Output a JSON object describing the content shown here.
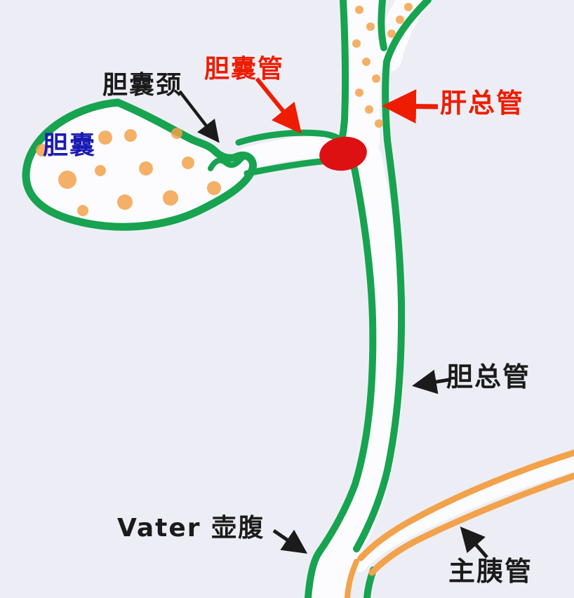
{
  "labels": {
    "gallbladder_neck": "胆囊颈",
    "cystic_duct": "胆囊管",
    "common_hepatic_duct": "肝总管",
    "gallbladder": "胆囊",
    "common_bile_duct": "胆总管",
    "ampulla_of_vater": "Vater 壶腹",
    "main_pancreatic_duct": "主胰管"
  },
  "colors": {
    "background": "#edeef5",
    "duct_green": "#17a350",
    "duct_fill": "#fcfcfe",
    "bile_orange": "#f2a24b",
    "stone_red": "#dd1012",
    "label_red": "#ee1c00",
    "label_blue": "#1b1bb3",
    "label_black": "#1b1b1b"
  }
}
